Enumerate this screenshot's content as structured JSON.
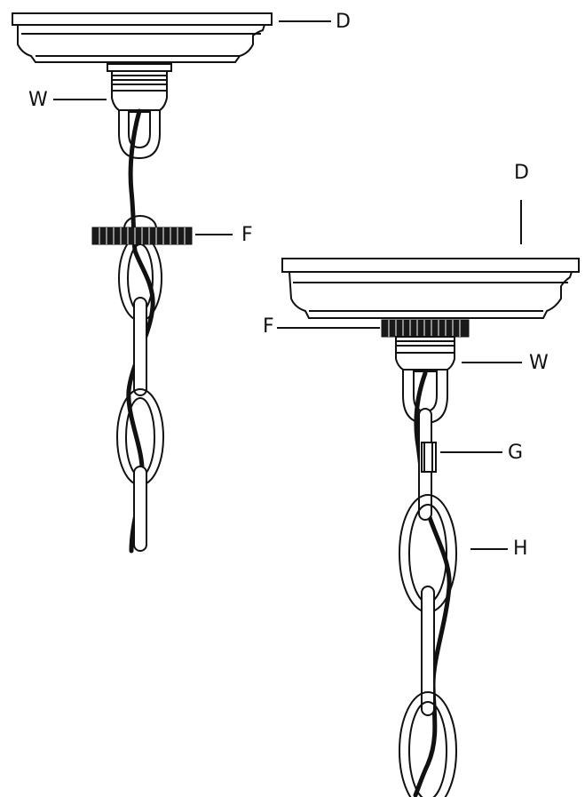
{
  "labels": {
    "d_top": "D",
    "w_left": "W",
    "f_left": "F",
    "d_right": "D",
    "f_right": "F",
    "w_right": "W",
    "g": "G",
    "h": "H"
  },
  "colors": {
    "line": "#111111",
    "background": "#ffffff"
  }
}
